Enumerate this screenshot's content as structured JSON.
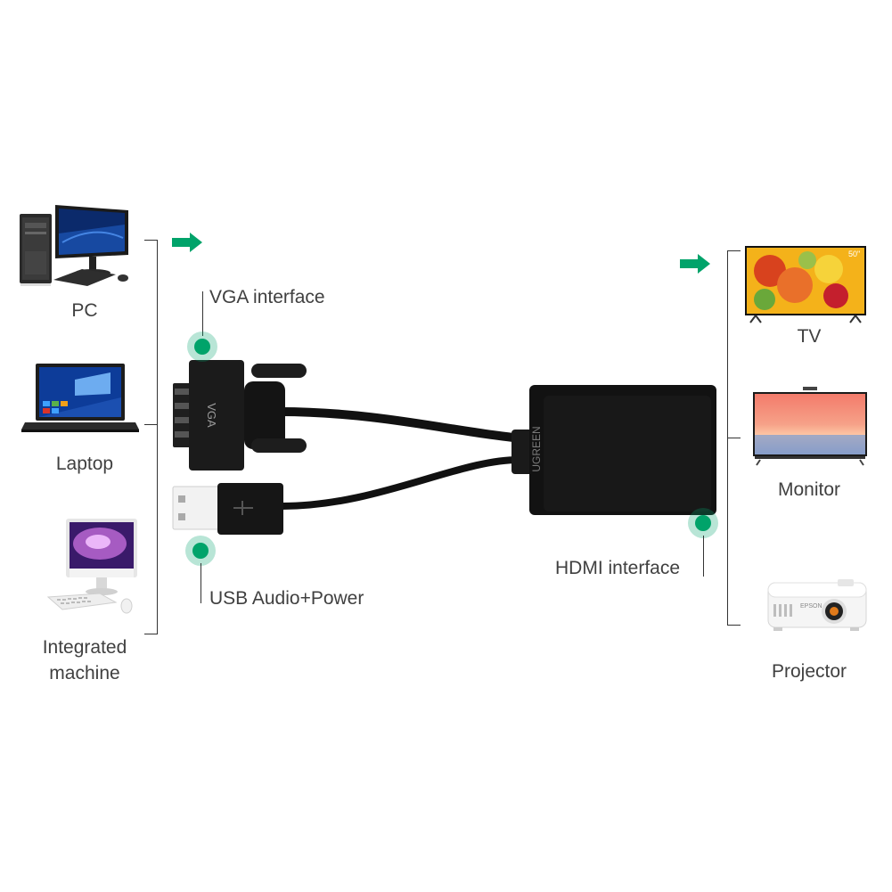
{
  "sources": [
    {
      "label": "PC",
      "icon": "pc-icon"
    },
    {
      "label": "Laptop",
      "icon": "laptop-icon"
    },
    {
      "label": "Integrated\nmachine",
      "icon": "all-in-one-icon"
    }
  ],
  "destinations": [
    {
      "label": "TV",
      "icon": "tv-icon",
      "badge": "50\""
    },
    {
      "label": "Monitor",
      "icon": "monitor-icon"
    },
    {
      "label": "Projector",
      "icon": "projector-icon",
      "brand": "EPSON"
    }
  ],
  "connectors": {
    "vga": {
      "label": "VGA interface",
      "plug_text": "VGA"
    },
    "usb": {
      "label": "USB Audio+Power"
    },
    "hdmi": {
      "label": "HDMI interface",
      "brand": "UGREEN"
    }
  },
  "colors": {
    "accent": "#00a36a",
    "cable": "#111111",
    "line": "#333333"
  }
}
